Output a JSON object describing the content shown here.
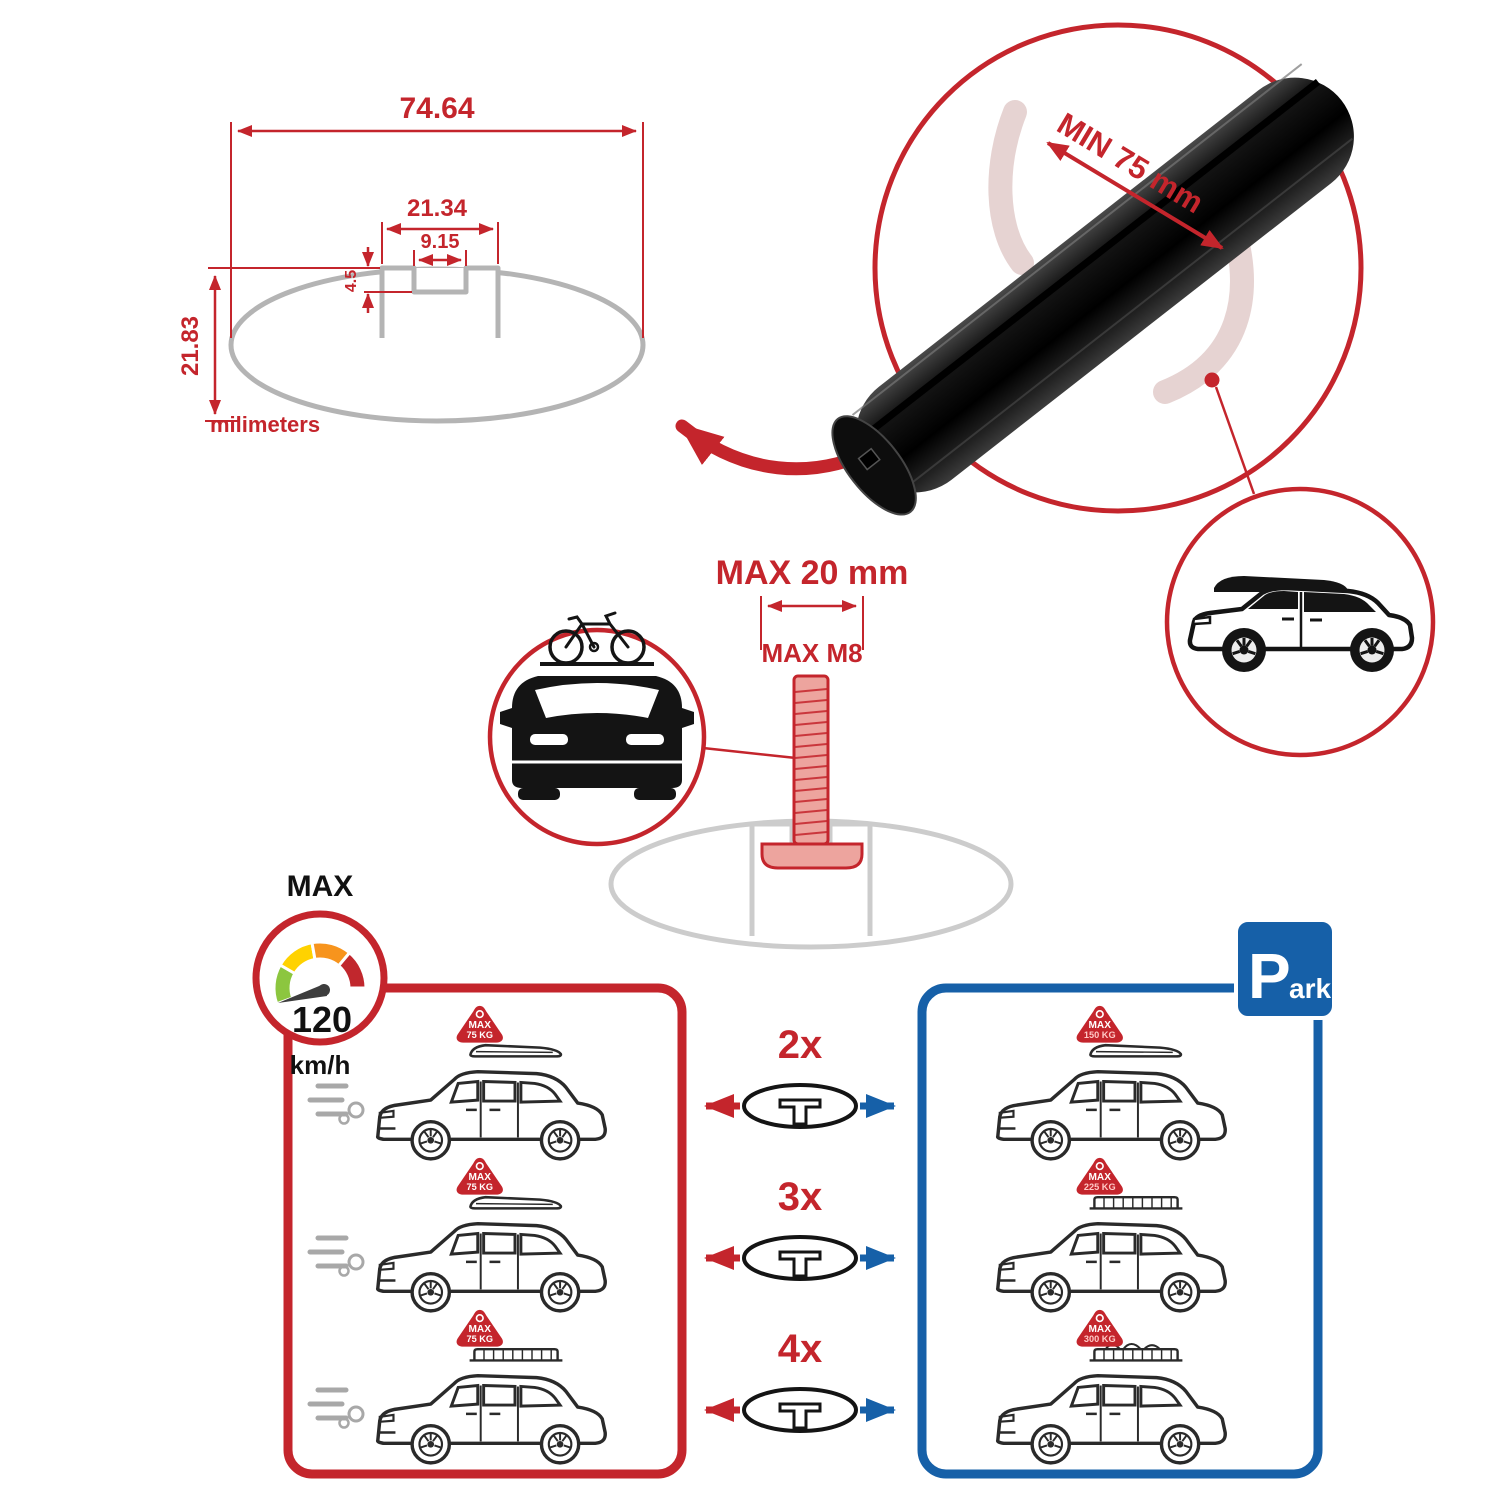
{
  "cross_section": {
    "total_width": "74.64",
    "channel_width": "21.34",
    "slot_width": "9.15",
    "slot_depth": "4.5",
    "total_height": "21.83",
    "units_label": "milimeters"
  },
  "bar_detail": {
    "min_clearance": "MIN 75 mm"
  },
  "bolt_detail": {
    "max_width": "MAX 20 mm",
    "max_thread": "MAX M8"
  },
  "speed_limit": {
    "label": "MAX",
    "value": "120",
    "unit": "km/h"
  },
  "parking_sign": {
    "letter": "P",
    "rest": "ark"
  },
  "bar_counts": [
    "2x",
    "3x",
    "4x"
  ],
  "driving_cars": [
    {
      "tag_label": "MAX",
      "tag_value": "75 KG"
    },
    {
      "tag_label": "MAX",
      "tag_value": "75 KG"
    },
    {
      "tag_label": "MAX",
      "tag_value": "75 KG"
    }
  ],
  "parked_cars": [
    {
      "tag_label": "MAX",
      "tag_value": "150 KG"
    },
    {
      "tag_label": "MAX",
      "tag_value": "225 KG"
    },
    {
      "tag_label": "MAX",
      "tag_value": "300 KG"
    }
  ],
  "colors": {
    "accent_red": "#c4252c",
    "accent_blue": "#1660a8",
    "drawing_gray": "#b4b4b4",
    "bar_black": "#111111",
    "gauge_green": "#8cc63f",
    "gauge_yellow": "#ffd200",
    "gauge_orange": "#f7941d",
    "gauge_red": "#c1272d"
  },
  "icons": {
    "speedometer": "circular gauge with colored arc and needle",
    "parking": "blue rounded square with white P",
    "crossbar_section": "ellipse with T-slot profile",
    "red_arrow": "arrow toward driving panel",
    "blue_arrow": "arrow toward parking panel"
  }
}
